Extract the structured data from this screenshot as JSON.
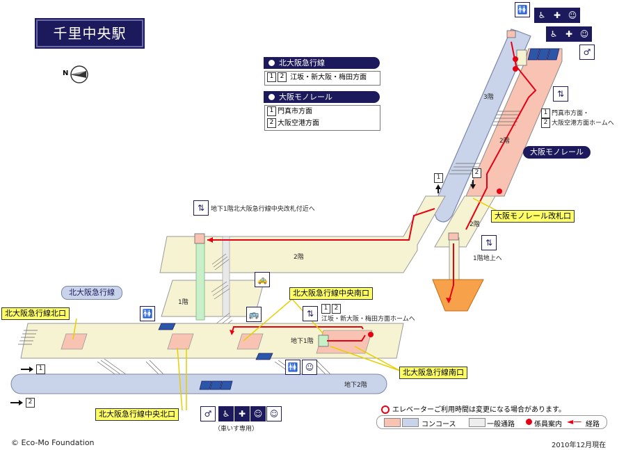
{
  "title": "千里中央駅",
  "compass_letter": "N",
  "lines": {
    "kitakyu": {
      "name": "北大阪急行線",
      "platforms": [
        {
          "nums": [
            "1",
            "2"
          ],
          "label": "江坂・新大阪・梅田方面"
        }
      ]
    },
    "monorail": {
      "name": "大阪モノレール",
      "platforms": [
        {
          "nums": [
            "1"
          ],
          "label": "門真市方面"
        },
        {
          "nums": [
            "2"
          ],
          "label": "大阪空港方面"
        }
      ]
    }
  },
  "exits": {
    "kita": "北大阪急行線北口",
    "chuo_minami": "北大阪急行線中央南口",
    "minami": "北大阪急行線南口",
    "chuo_kita": "北大阪急行線中央北口",
    "monorail_gate": "大阪モノレール改札口"
  },
  "section_labels": {
    "kitakyu_line": "北大阪急行線",
    "monorail_line": "大阪モノレール"
  },
  "floors": {
    "f3": "3階",
    "f2_upper": "2階",
    "f2_mono": "2階",
    "f2_main": "2階",
    "f1": "1階",
    "b1": "地下1階",
    "b2": "地下2階"
  },
  "notes": {
    "elev_b1": "地下1階北大阪急行線中央改札付近へ",
    "elev_1f": "1階地上へ",
    "elev_platform_nums": [
      "1",
      "2"
    ],
    "elev_platform": "江坂・新大阪・梅田方面ホームへ",
    "mono_platform_nums": [
      "1",
      "2"
    ],
    "mono_platform_a": "門真市方面・",
    "mono_platform_b": "大阪空港方面ホームへ",
    "wheelchair_only": "（車いす専用）",
    "mono_track_1": "1",
    "mono_track_2": "2",
    "track_1": "1",
    "track_2": "2"
  },
  "legend": {
    "elevator_note": "エレベーターご利用時間は変更になる場合があります。",
    "concourse": "コンコース",
    "general_passage": "一般通路",
    "staff": "係員案内",
    "route": "経路"
  },
  "colors": {
    "navy": "#1c1a5c",
    "concourse_pink": "#f9c3b3",
    "concourse_blue": "#c9d4ea",
    "passage_cream": "#f6f3d2",
    "route_red": "#e60012",
    "exit_yellow": "#ffff66",
    "ground_orange": "#f7a24a"
  },
  "footer": {
    "copyright": "© Eco-Mo Foundation",
    "date": "2010年12月現在"
  }
}
